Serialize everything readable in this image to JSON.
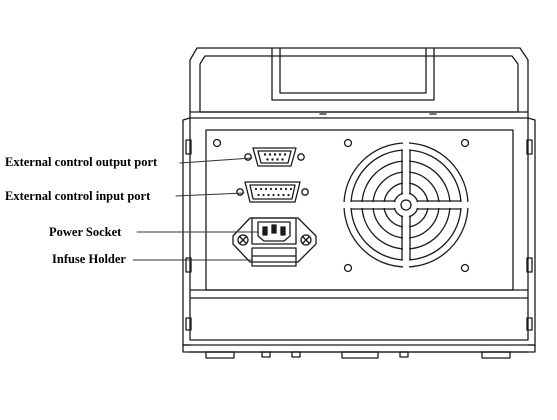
{
  "labels": {
    "output_port": "External control output port",
    "input_port": "External control input port",
    "power_socket": "Power Socket",
    "fuse_holder": "Infuse Holder"
  },
  "colors": {
    "line": "#1a1a1a",
    "background": "#ffffff"
  }
}
